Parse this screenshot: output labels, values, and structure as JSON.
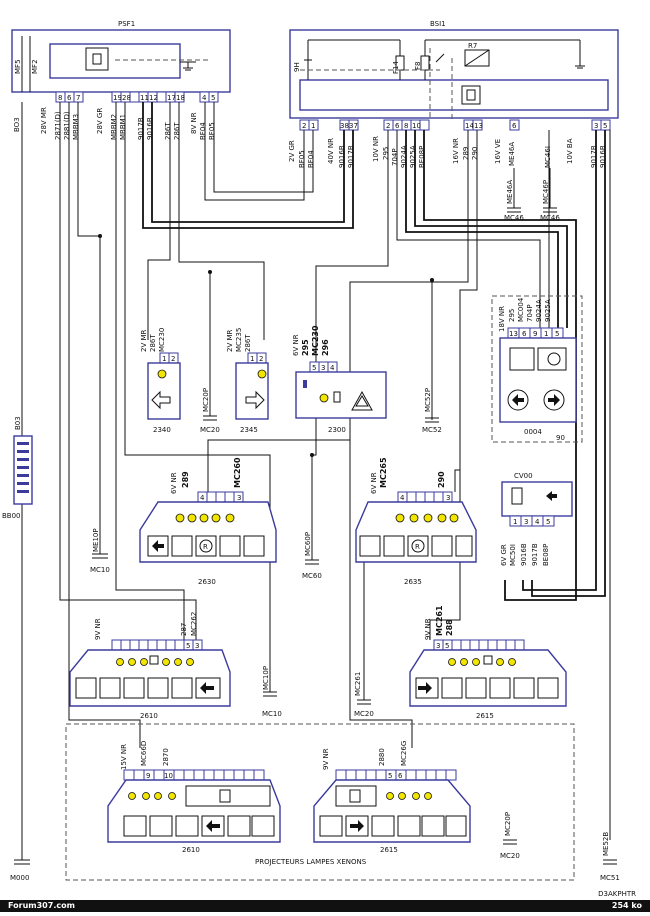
{
  "title": "PROJECTEURS LAMPES XENONS",
  "units": {
    "PSF1": "PSF1",
    "BSI1": "BSI1",
    "bb00": "BB00",
    "b03": "B03",
    "cv00": "CV00",
    "u2340": "2340",
    "u2345": "2345",
    "u2300": "2300",
    "u0004": "0004",
    "u0004b": "90",
    "u2630": "2630",
    "u2635": "2635",
    "u2610": "2610",
    "u2615": "2615",
    "u2610x": "2610",
    "u2615x": "2615"
  },
  "grounds": {
    "mc20a": "MC20",
    "mc20b": "MC20",
    "mc20c": "MC20",
    "mc52": "MC52",
    "mc10a": "MC10",
    "mc10b": "MC10",
    "mc60": "MC60",
    "mc46a": "MC46",
    "mc46b": "MC46",
    "m000": "M000",
    "mc51": "MC51",
    "mc20p": "MC20P",
    "mc52p": "MC52P",
    "me10p": "ME10P",
    "mc60p": "MC60P",
    "mc10p": "MC10P",
    "me46a": "ME46A",
    "mc46p": "MC46P",
    "mc261": "MC261",
    "mc20p2": "MC20P",
    "me52b": "ME52B"
  },
  "psf1": {
    "mf": [
      "MF5",
      "MF2"
    ],
    "b03": "BO3",
    "conn1": "28V MR",
    "conn1p": [
      "8",
      "6",
      "7"
    ],
    "w1": [
      "2871(D)",
      "2881(D)",
      "MBBM3"
    ],
    "conn2": "28V GR",
    "conn2p": [
      "19",
      "28",
      "11",
      "12",
      "17",
      "18"
    ],
    "w2": [
      "MBBM2",
      "MBBM1",
      "9017B",
      "9016B",
      "286T",
      "286T"
    ],
    "conn3": "8V NR",
    "conn3p": [
      "4",
      "5"
    ],
    "w3": [
      "BF04",
      "BF05"
    ]
  },
  "bsi1": {
    "labels": [
      "9H",
      "F14",
      "F8",
      "R7"
    ],
    "c1": "2V GR",
    "c1p": [
      "2",
      "1"
    ],
    "c1w": [
      "BF05",
      "BF04"
    ],
    "c2": "40V NR",
    "c2p": [
      "38",
      "37"
    ],
    "c2w": [
      "9016B",
      "9017B"
    ],
    "c3": "10V NR",
    "c3p": [
      "2",
      "6",
      "8",
      "10"
    ],
    "c3w": [
      "295",
      "704P",
      "9024A",
      "9025A",
      "BE08P"
    ],
    "c4": "16V NR",
    "c4p": [
      "14",
      "13"
    ],
    "c4w": [
      "289",
      "290"
    ],
    "c5": "16V VE",
    "c5p": [
      "6"
    ],
    "c5w": [
      "ME46A",
      "MC46I"
    ],
    "c6": "10V BA",
    "c6p": [
      "3",
      "5"
    ],
    "c6w": [
      "9017B",
      "9016B"
    ]
  },
  "conns": {
    "c2340": "2V MR",
    "c2340w": [
      "286T",
      "MC230"
    ],
    "c2340p": [
      "1",
      "2"
    ],
    "c2345": "2V MR",
    "c2345w": [
      "MC235",
      "286T"
    ],
    "c2345p": [
      "1",
      "2"
    ],
    "c2300": "6V NR",
    "c2300w": [
      "295",
      "MC230",
      "296"
    ],
    "c2300p": [
      "5",
      "3",
      "4"
    ],
    "c0004": "18V NR",
    "c0004w": [
      "295",
      "MC004",
      "704P",
      "9024A",
      "9025A"
    ],
    "c0004p": [
      "13",
      "6",
      "9",
      "1",
      "5"
    ],
    "c2630": "6V NR",
    "c2630w": [
      "289",
      "MC260"
    ],
    "c2630p": [
      "4",
      "3"
    ],
    "c2635": "6V NR",
    "c2635w": [
      "MC265",
      "290"
    ],
    "c2635p": [
      "4",
      "3"
    ],
    "ccv00": "6V GR",
    "ccv00w": [
      "MC50I",
      "9016B",
      "9017B",
      "BE08P"
    ],
    "ccv00p": [
      "1",
      "3",
      "4",
      "5"
    ],
    "c2610": "9V NR",
    "c2610w": [
      "287",
      "MC262"
    ],
    "c2610p": [
      "5",
      "3"
    ],
    "c2615": "9V NR",
    "c2615w": [
      "MC261",
      "288"
    ],
    "c2615p": [
      "3",
      "5"
    ],
    "c2610x": "15V NR",
    "c2610xw": [
      "MC66D",
      "2870"
    ],
    "c2610xp": [
      "9",
      "10"
    ],
    "c2615x": "9V NR",
    "c2615xw": [
      "2880",
      "MC26G"
    ],
    "c2615xp": [
      "5",
      "6"
    ]
  },
  "footer": {
    "left": "Forum307.com",
    "right": "254 ko",
    "ref": "D3AKPHTR"
  }
}
